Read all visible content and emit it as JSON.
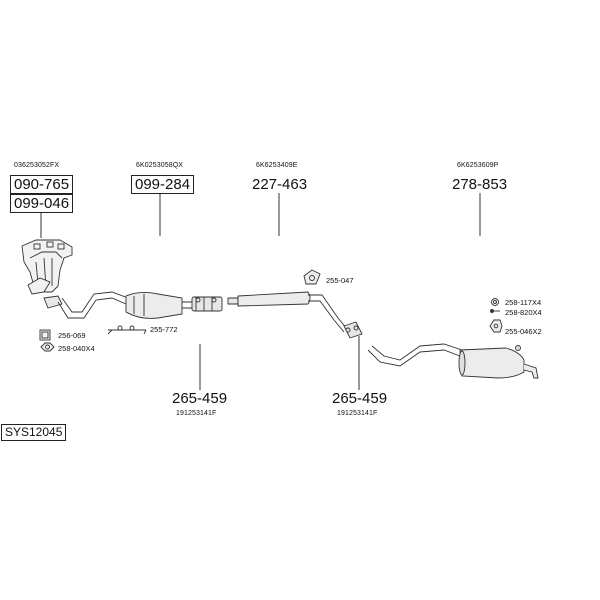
{
  "system": {
    "id": "SYS12045"
  },
  "groups": [
    {
      "oem": "036253052FX",
      "parts": [
        "090-765",
        "099-046"
      ]
    },
    {
      "oem": "6K0253058QX",
      "parts": [
        "099-284"
      ]
    },
    {
      "oem": "6K6253409E",
      "parts": [
        "227-463"
      ]
    },
    {
      "oem": "6K6253609P",
      "parts": [
        "278-853"
      ]
    }
  ],
  "clamps": [
    {
      "part": "265-459",
      "oem": "191253141F"
    },
    {
      "part": "265-459",
      "oem": "191253141F"
    }
  ],
  "accessories": {
    "a": "256-069",
    "b": "258-040X4",
    "c": "255-772",
    "d": "255-047",
    "e": "258-117X4",
    "f": "258-820X4",
    "g": "255-046X2"
  }
}
